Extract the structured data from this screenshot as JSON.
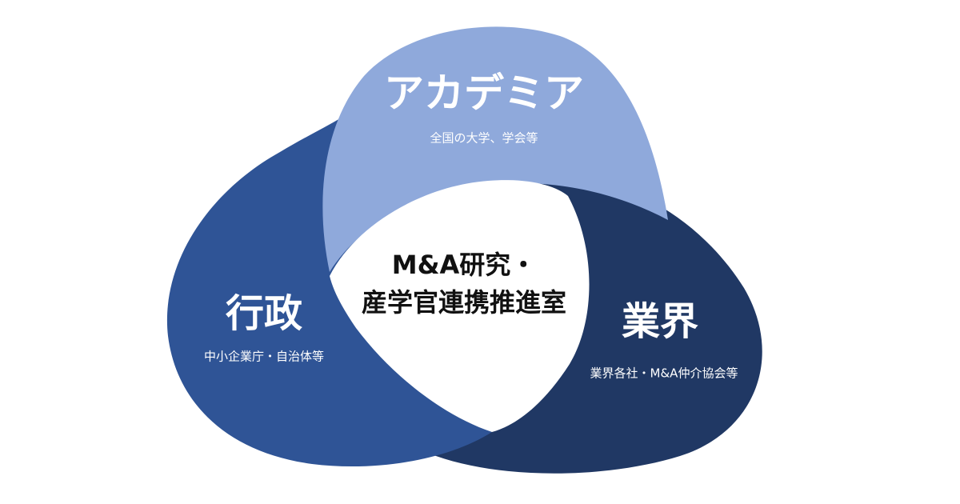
{
  "diagram": {
    "center": {
      "line1": "M&A研究・",
      "line2": "産学官連携推進室"
    },
    "nodes": [
      {
        "key": "academia",
        "title": "アカデミア",
        "subtitle": "全国の大学、学会等",
        "fill": "#8FA9DB",
        "text_color": "#FFFFFF"
      },
      {
        "key": "government",
        "title": "行政",
        "subtitle": "中小企業庁・自治体等",
        "fill": "#2F5496",
        "text_color": "#FFFFFF"
      },
      {
        "key": "industry",
        "title": "業界",
        "subtitle": "業界各社・M&A仲介協会等",
        "fill": "#203864",
        "text_color": "#FFFFFF"
      }
    ],
    "center_fill": "#FFFFFF",
    "center_text_color": "#111111"
  }
}
